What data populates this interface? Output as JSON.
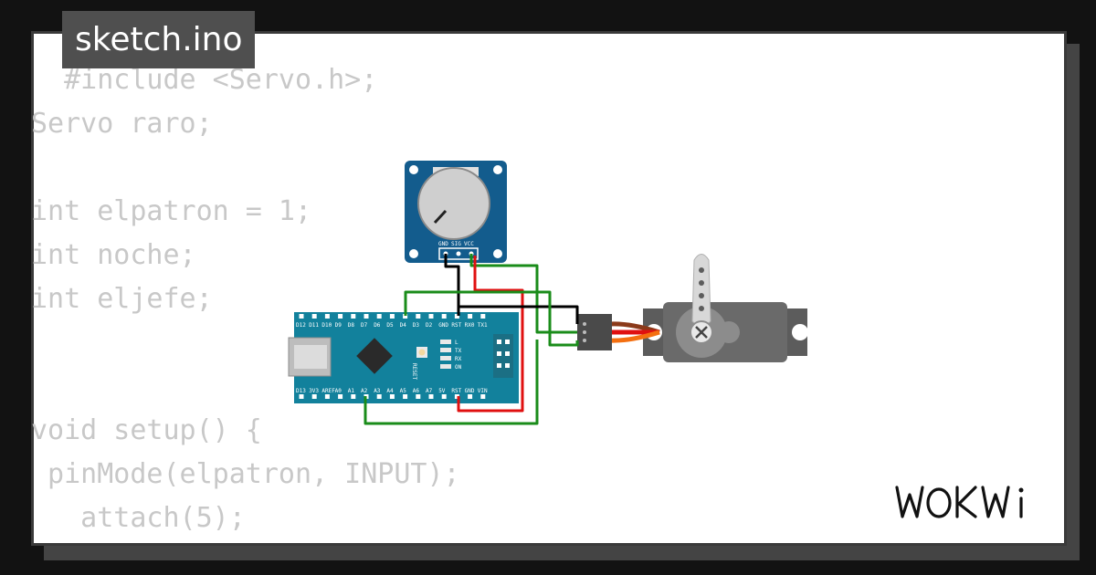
{
  "window": {
    "tab_title": "sketch.ino"
  },
  "editor": {
    "code_lines": [
      "  #include <Servo.h>;",
      "Servo raro;",
      "",
      "int elpatron = 1;",
      "int noche;",
      "int eljefe;",
      "",
      "",
      "void setup() {",
      " pinMode(elpatron, INPUT);",
      "   attach(5);"
    ]
  },
  "circuit": {
    "potentiometer": {
      "pin_labels": [
        "GND",
        "SIG",
        "VCC"
      ]
    },
    "arduino_nano": {
      "top_pins": [
        "D12",
        "D11",
        "D10",
        "D9",
        "D8",
        "D7",
        "D6",
        "D5",
        "D4",
        "D3",
        "D2",
        "GND",
        "RST",
        "RX0",
        "TX1"
      ],
      "bottom_pins": [
        "D13",
        "3V3",
        "AREF",
        "A0",
        "A1",
        "A2",
        "A3",
        "A4",
        "A5",
        "A6",
        "A7",
        "5V",
        "RST",
        "GND",
        "VIN"
      ],
      "leds": [
        "L",
        "TX",
        "RX",
        "ON"
      ],
      "reset_label": "RESET"
    },
    "servo": {},
    "colors": {
      "board": "#12819c",
      "pot_board": "#135c8d",
      "wire_green": "#1a8c1a",
      "wire_red": "#e01010",
      "wire_black": "#000000",
      "servo_body": "#5c5c5c",
      "servo_orange": "#f46f10"
    }
  },
  "logo": {
    "text": "WOKWi"
  },
  "colors": {
    "background": "#121212",
    "card": "#ffffff",
    "tab_bg": "#4f4f4f",
    "code_text": "#c8c8c8"
  }
}
